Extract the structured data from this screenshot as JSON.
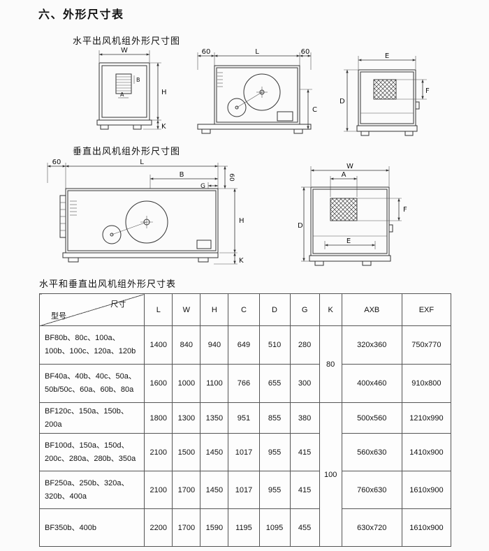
{
  "page": {
    "title": "六、外形尺寸表",
    "section1_label": "水平出风机组外形尺寸图",
    "section2_label": "垂直出风机组外形尺寸图",
    "table_label": "水平和垂直出风机组外形尺寸表"
  },
  "diagram_labels": {
    "d1": {
      "w": "W",
      "h": "H",
      "k": "K",
      "a": "A",
      "b": "B"
    },
    "d2": {
      "left60": "60",
      "l": "L",
      "right60": "60",
      "c": "C"
    },
    "d3": {
      "e": "E",
      "f": "F",
      "d": "D"
    },
    "d4": {
      "left60": "60",
      "l": "L",
      "b": "B",
      "g": "G",
      "duct60": "60",
      "h": "H",
      "k": "K"
    },
    "d5": {
      "w": "W",
      "a": "A",
      "f": "F",
      "d": "D",
      "e": "E"
    }
  },
  "table": {
    "header": {
      "corner_top": "尺寸",
      "corner_bottom": "型号",
      "columns": [
        "L",
        "W",
        "H",
        "C",
        "D",
        "G",
        "K",
        "AXB",
        "EXF"
      ]
    },
    "k_groups": [
      {
        "value": "80"
      },
      {
        "value": "100"
      }
    ],
    "rows": [
      {
        "model": "BF80b、80c、100a、100b、100c、120a、120b",
        "l": "1400",
        "w": "840",
        "h": "940",
        "c": "649",
        "d": "510",
        "g": "280",
        "axb": "320x360",
        "exf": "750x770"
      },
      {
        "model": "BF40a、40b、40c、50a、50b/50c、60a、60b、80a",
        "l": "1600",
        "w": "1000",
        "h": "1100",
        "c": "766",
        "d": "655",
        "g": "300",
        "axb": "400x460",
        "exf": "910x800"
      },
      {
        "model": "BF120c、150a、150b、200a",
        "l": "1800",
        "w": "1300",
        "h": "1350",
        "c": "951",
        "d": "855",
        "g": "380",
        "axb": "500x560",
        "exf": "1210x990"
      },
      {
        "model": "BF100d、150a、150d、200c、280a、280b、350a",
        "l": "2100",
        "w": "1500",
        "h": "1450",
        "c": "1017",
        "d": "955",
        "g": "415",
        "axb": "560x630",
        "exf": "1410x900"
      },
      {
        "model": "BF250a、250b、320a、320b、400a",
        "l": "2100",
        "w": "1700",
        "h": "1450",
        "c": "1017",
        "d": "955",
        "g": "415",
        "axb": "760x630",
        "exf": "1610x900"
      },
      {
        "model": "BF350b、400b",
        "l": "2200",
        "w": "1700",
        "h": "1590",
        "c": "1195",
        "d": "1095",
        "g": "455",
        "axb": "630x720",
        "exf": "1610x900"
      }
    ]
  },
  "colors": {
    "line": "#333333",
    "text": "#111111",
    "background": "#fbfbfb"
  }
}
